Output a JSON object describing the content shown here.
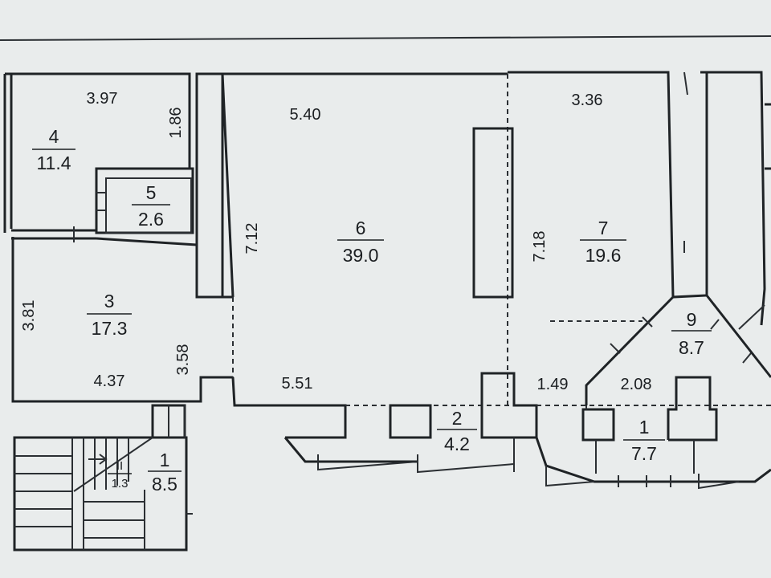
{
  "rooms": [
    {
      "id": "room-4",
      "number": "4",
      "area": "11.4"
    },
    {
      "id": "room-5",
      "number": "5",
      "area": "2.6"
    },
    {
      "id": "room-3",
      "number": "3",
      "area": "17.3"
    },
    {
      "id": "room-6",
      "number": "6",
      "area": "39.0"
    },
    {
      "id": "room-7",
      "number": "7",
      "area": "19.6"
    },
    {
      "id": "room-9",
      "number": "9",
      "area": "8.7"
    },
    {
      "id": "room-2",
      "number": "2",
      "area": "4.2"
    },
    {
      "id": "room-1",
      "number": "1",
      "area": "7.7"
    },
    {
      "id": "stair-1",
      "number": "1",
      "area": "8.5"
    },
    {
      "id": "stair-ii",
      "number": "II",
      "area": "1.3"
    }
  ],
  "dimensions": {
    "d397": "3.97",
    "d186": "1.86",
    "d381": "3.81",
    "d437": "4.37",
    "d358": "3.58",
    "d540": "5.40",
    "d712": "7.12",
    "d551": "5.51",
    "d336": "3.36",
    "d718": "7.18",
    "d149": "1.49",
    "d208": "2.08"
  }
}
